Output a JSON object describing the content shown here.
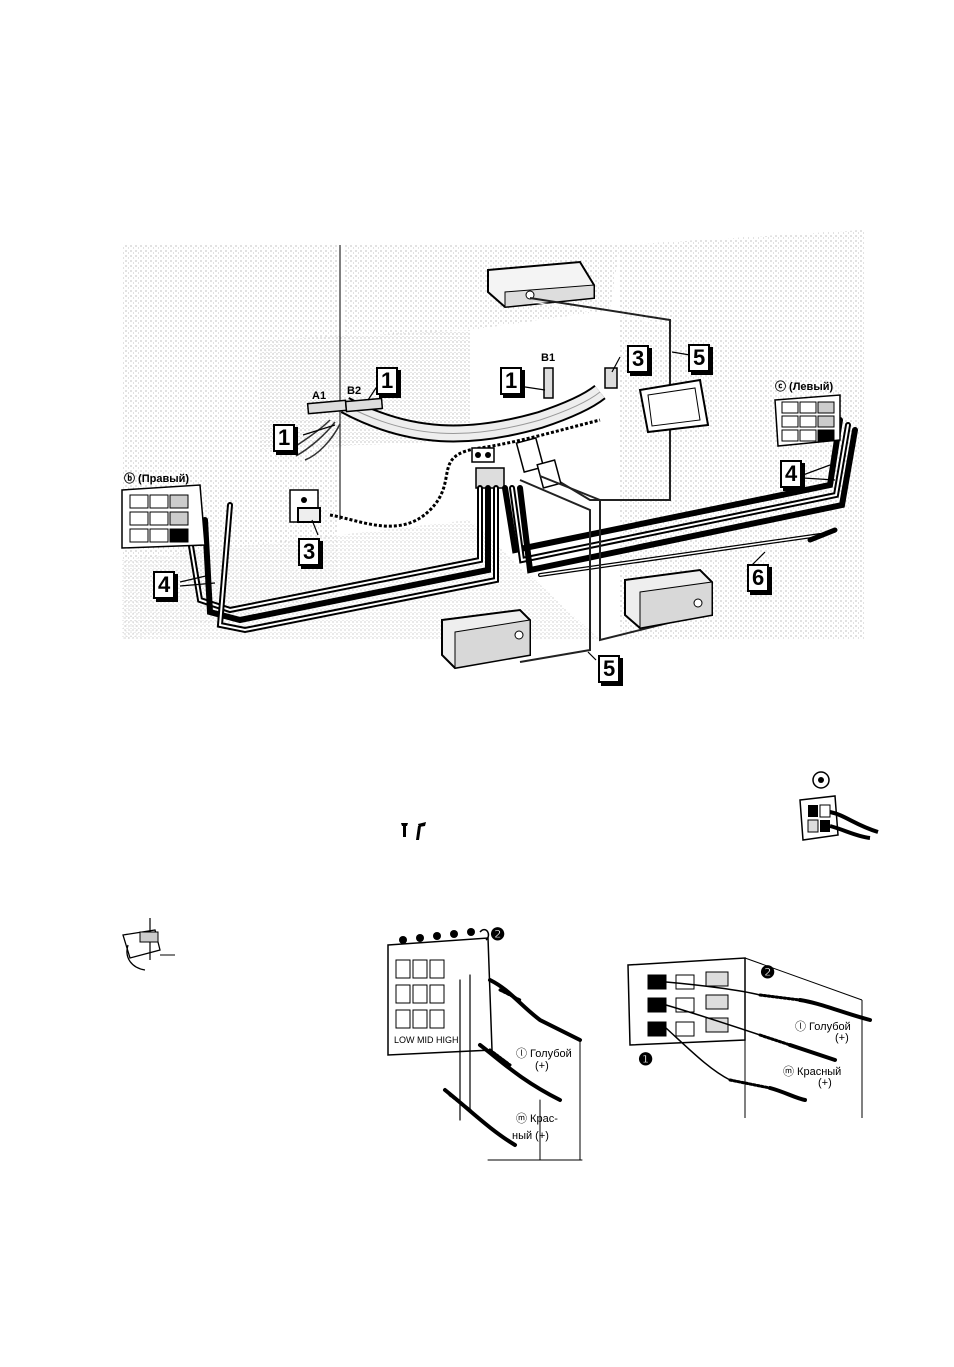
{
  "main_diagram": {
    "callouts": {
      "c1a": "1",
      "c1b": "1",
      "c1c": "1",
      "c3a": "3",
      "c3b": "3",
      "c4a": "4",
      "c4b": "4",
      "c5a": "5",
      "c5b": "5",
      "c6": "6"
    },
    "connectors": {
      "a1": "A1",
      "b2": "B2",
      "b1": "B1"
    },
    "left_panel_label": "ⓑ (Правый)",
    "right_panel_label": "ⓒ (Левый)"
  },
  "detail_left": {
    "num2": "❷",
    "terminal_labels": "LOW MID HIGH",
    "wire_blue": "ⓛ Голубой",
    "wire_blue_sign": "(+)",
    "wire_red_1": "ⓜ Крас-",
    "wire_red_2": "ный (+)"
  },
  "detail_right": {
    "num1": "❶",
    "num2": "❷",
    "wire_blue": "ⓛ Голубой",
    "wire_blue_sign": "(+)",
    "wire_red": "ⓜ Красный",
    "wire_red_sign": "(+)"
  }
}
